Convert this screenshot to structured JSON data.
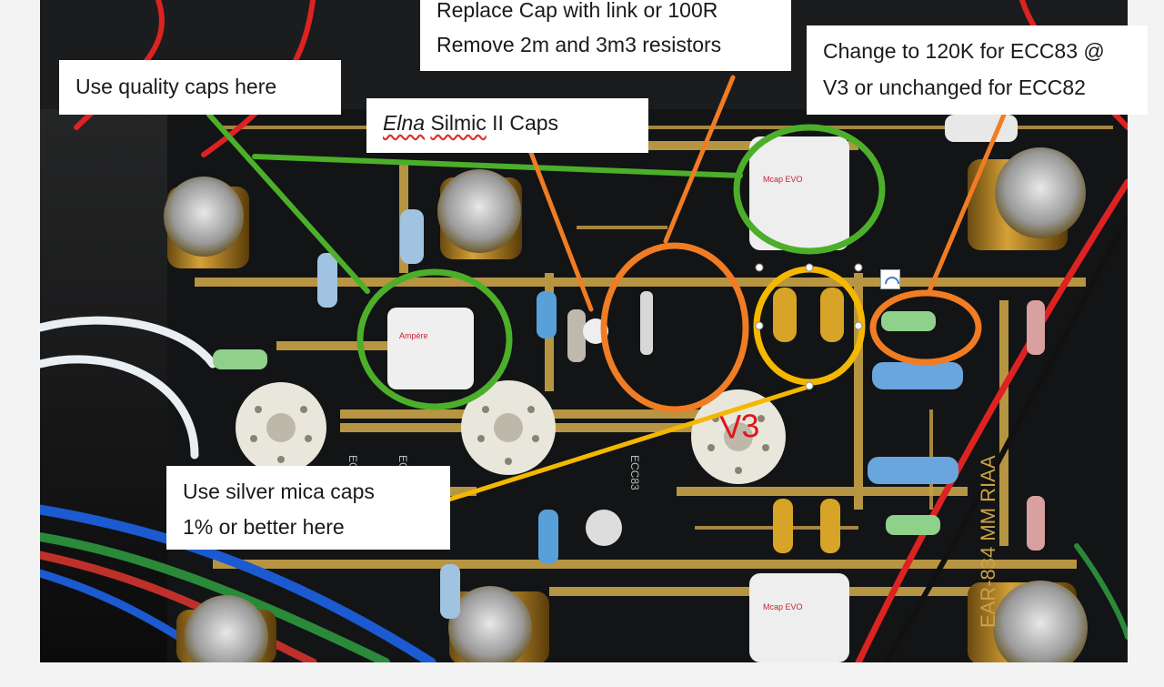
{
  "image": {
    "subject": "tube phono preamp circuit board with annotations"
  },
  "callouts": {
    "quality_caps": "Use quality caps here",
    "replace_cap": [
      "Replace Cap with link or 100R",
      "Remove 2m and 3m3 resistors"
    ],
    "change_resistor": [
      "Change to 120K for ECC83 @",
      "V3 or unchanged for ECC82"
    ],
    "elna": {
      "brand": "Elna",
      "rest_1": "Silmic",
      "rest_2": " II Caps"
    },
    "silver_mica": [
      "Use silver mica caps",
      "1% or better here"
    ]
  },
  "board_marks": {
    "v3": "V3"
  },
  "colors": {
    "green_marker": "#4caf2a",
    "orange_marker": "#f07c24",
    "yellow_marker": "#f5b800",
    "v3_red": "#e0141a",
    "board": "#141516",
    "trace_gold": "#c9a347"
  }
}
